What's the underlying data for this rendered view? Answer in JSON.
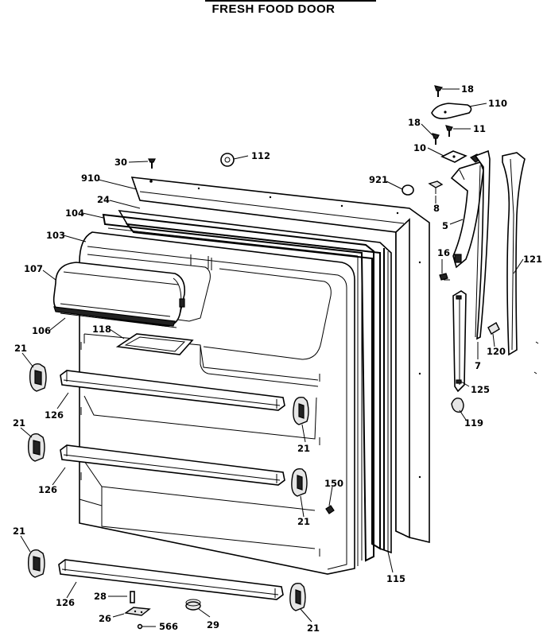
{
  "diagram": {
    "title": "FRESH FOOD DOOR",
    "callouts": {
      "c18a": "18",
      "c110": "110",
      "c18b": "18",
      "c11": "11",
      "c10": "10",
      "c30": "30",
      "c112": "112",
      "c910": "910",
      "c921": "921",
      "c8": "8",
      "c24": "24",
      "c104": "104",
      "c5": "5",
      "c103": "103",
      "c16": "16",
      "c121": "121",
      "c107": "107",
      "c118": "118",
      "c106": "106",
      "c120": "120",
      "c7": "7",
      "c21a": "21",
      "c125": "125",
      "c126a": "126",
      "c21b": "21",
      "c119": "119",
      "c21c": "21",
      "c126b": "126",
      "c150": "150",
      "c21d": "21",
      "c21e": "21",
      "c115": "115",
      "c126c": "126",
      "c28": "28",
      "c26": "26",
      "c566": "566",
      "c29": "29",
      "c21f": "21"
    }
  }
}
